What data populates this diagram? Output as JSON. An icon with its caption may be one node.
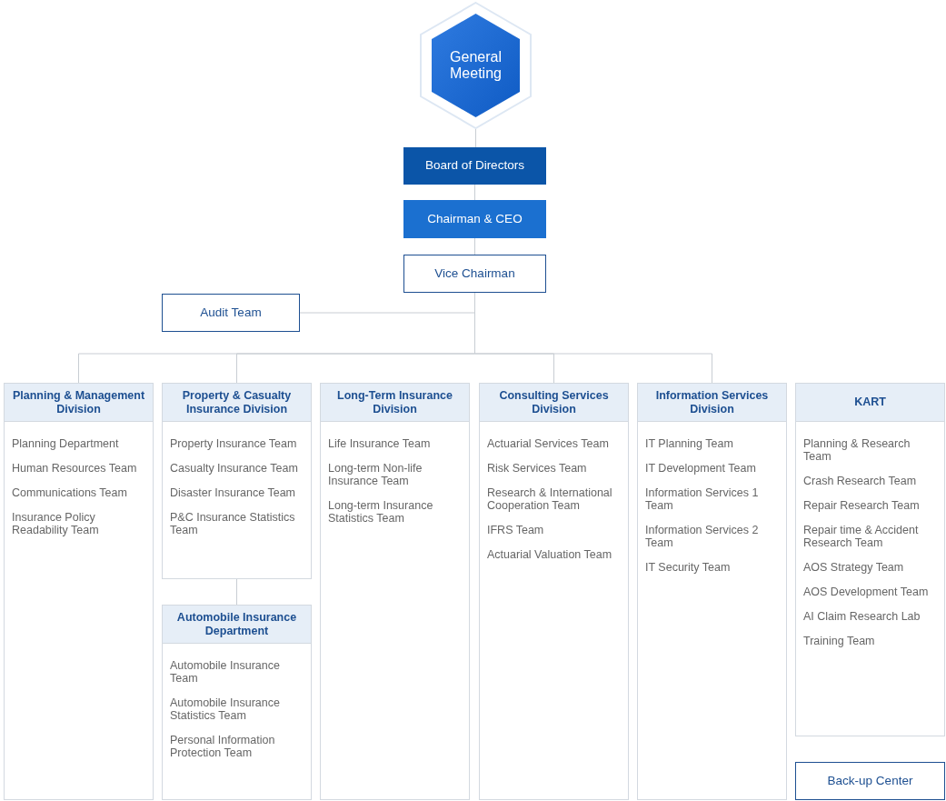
{
  "diagram": {
    "nodes": [
      {
        "text": [
          "General Meeting"
        ]
      },
      {
        "text": [
          "Board of Directors"
        ]
      },
      {
        "text": [
          "Chairman & CEO"
        ]
      },
      {
        "text": [
          "Vice Chairman"
        ]
      },
      {
        "text": [
          "Audit Team"
        ]
      },
      {
        "text": [
          "Planning & Management Division",
          "Planning Department",
          "Human Resources Team",
          "Communications Team",
          "Insurance Policy Readability Team"
        ]
      },
      {
        "text": [
          "Property & Casualty Insurance Division",
          "Property Insurance Team",
          "Casualty Insurance Team",
          "Disaster Insurance Team",
          "P&C Insurance Statistics Team"
        ]
      },
      {
        "text": [
          "Long-Term Insurance Division",
          "Life Insurance Team",
          "Long-term Non-life Insurance Team",
          "Long-term Insurance Statistics Team"
        ]
      },
      {
        "text": [
          "Consulting Services Division",
          "Actuarial Services Team",
          "Risk Services Team",
          "Research & International Cooperation Team",
          "IFRS Team",
          "Actuarial Valuation Team"
        ]
      },
      {
        "text": [
          "Information Services Division",
          "IT Planning Team",
          "IT Development Team",
          "Information Services 1 Team",
          "Information Services 2 Team",
          "IT Security Team"
        ]
      },
      {
        "text": [
          "KART",
          "Planning & Research Team",
          "Crash Research Team",
          "Repair Research Team",
          "Repair time & Accident Research Team",
          "AOS Strategy Team",
          "AOS Development Team",
          "AI Claim Research Lab",
          "Training Team"
        ]
      },
      {
        "text": [
          "Automobile Insurance Department",
          "Automobile Insurance Team",
          "Automobile Insurance Statistics Team",
          "Personal Information Protection Team"
        ]
      },
      {
        "text": [
          "Back-up Center"
        ]
      }
    ],
    "edges": [
      {
        "from": 0,
        "to": 1,
        "arrow": "none"
      },
      {
        "from": 1,
        "to": 2,
        "arrow": "none"
      },
      {
        "from": 2,
        "to": 3,
        "arrow": "none"
      },
      {
        "from": 3,
        "to": 4,
        "arrow": "none"
      },
      {
        "from": 3,
        "to": 5,
        "arrow": "none"
      },
      {
        "from": 3,
        "to": 6,
        "arrow": "none"
      },
      {
        "from": 3,
        "to": 8,
        "arrow": "none"
      },
      {
        "from": 3,
        "to": 9,
        "arrow": "none"
      },
      {
        "from": 6,
        "to": 11,
        "arrow": "none"
      }
    ]
  }
}
